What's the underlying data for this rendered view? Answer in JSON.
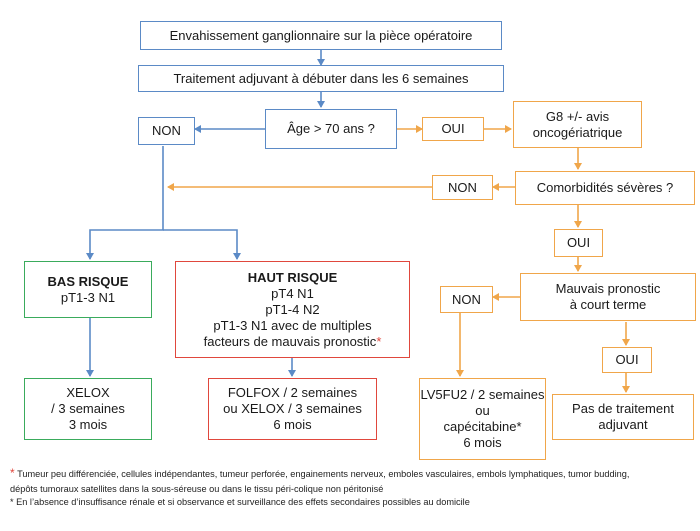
{
  "nodes": {
    "ganglion": "Envahissement ganglionnaire sur la pièce opératoire",
    "adjuvant": "Traitement adjuvant à débuter dans les 6 semaines",
    "age": "Âge > 70 ans ?",
    "non_left": "NON",
    "oui_age": "OUI",
    "g8": [
      "G8 +/- avis",
      "oncogériatrique"
    ],
    "comorb": "Comorbidités sévères ?",
    "non_comorb": "NON",
    "oui_comorb": "OUI",
    "pronostic": [
      "Mauvais pronostic",
      "à court terme"
    ],
    "non_pronostic": "NON",
    "oui_pronostic": "OUI",
    "bas_risque": {
      "title": "BAS RISQUE",
      "lines": [
        "pT1-3 N1"
      ]
    },
    "haut_risque": {
      "title": "HAUT RISQUE",
      "lines": [
        "pT4 N1",
        "pT1-4 N2",
        "pT1-3 N1 avec de multiples",
        "facteurs de mauvais pronostic"
      ],
      "star": "*"
    },
    "xelox": [
      "XELOX",
      "/ 3 semaines",
      "3 mois"
    ],
    "folfox": [
      "FOLFOX / 2 semaines",
      "ou XELOX / 3 semaines",
      "6 mois"
    ],
    "lv5fu2": [
      "LV5FU2 / 2 semaines",
      "ou",
      "capécitabine*",
      "6 mois"
    ],
    "pas_traitement": [
      "Pas de traitement",
      "adjuvant"
    ]
  },
  "footnotes": [
    {
      "star": "*",
      "text": "Tumeur peu différenciée, cellules indépendantes, tumeur perforée, engainements nerveux, emboles vasculaires, embols lymphatiques, tumor budding,"
    },
    {
      "star": "",
      "text": "dépôts tumoraux satellites dans la sous-séreuse ou dans le tissu péri-colique non péritonisé"
    },
    {
      "star": "*",
      "text": "En l’absence d’insuffisance rénale et si observance et surveillance des effets secondaires possibles au domicile"
    }
  ],
  "colors": {
    "blue": "#5b8ac6",
    "orange": "#f0a64a",
    "green": "#3aab5c",
    "red": "#e0473d"
  }
}
